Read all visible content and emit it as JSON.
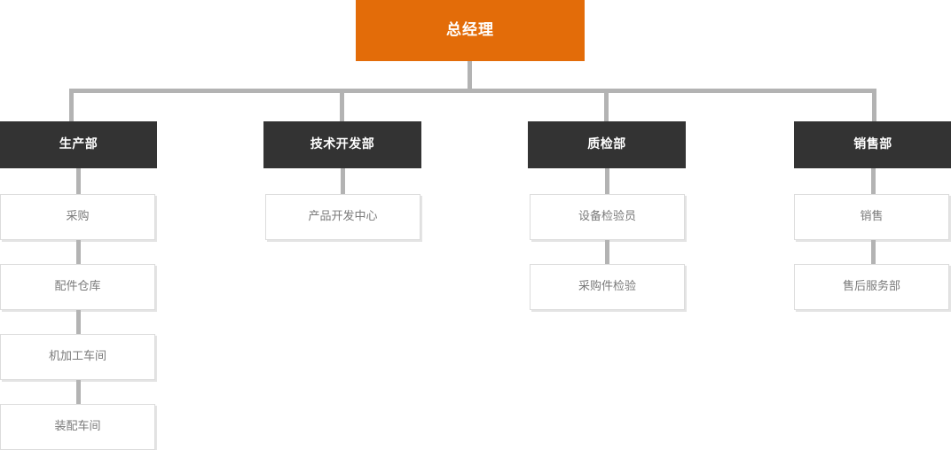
{
  "diagram": {
    "type": "organization-chart",
    "title_text": "总经理",
    "colors": {
      "root_background": "#e36c09",
      "root_text": "#ffffff",
      "department_background": "#333333",
      "department_text": "#ffffff",
      "leaf_background": "#ffffff",
      "leaf_text": "#7a7a7a",
      "leaf_border": "#dcdcdc",
      "connector": "#b3b3b3",
      "page_background": "#ffffff"
    },
    "root": {
      "label": "总经理"
    },
    "branches": [
      {
        "department": "生产部",
        "children": [
          {
            "label": "采购"
          },
          {
            "label": "配件仓库"
          },
          {
            "label": "机加工车间"
          },
          {
            "label": "装配车间"
          }
        ]
      },
      {
        "department": "技术开发部",
        "children": [
          {
            "label": "产品开发中心"
          }
        ]
      },
      {
        "department": "质检部",
        "children": [
          {
            "label": "设备检验员"
          },
          {
            "label": "采购件检验"
          }
        ]
      },
      {
        "department": "销售部",
        "children": [
          {
            "label": "销售"
          },
          {
            "label": "售后服务部"
          }
        ]
      }
    ]
  }
}
